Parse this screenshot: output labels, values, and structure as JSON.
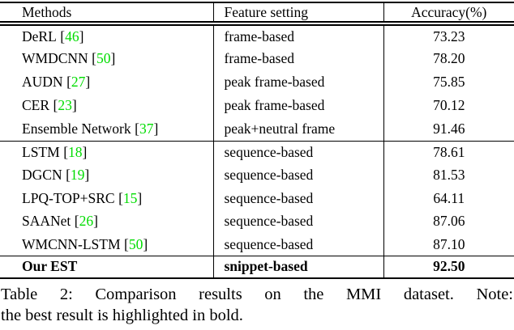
{
  "table": {
    "headers": [
      "Methods",
      "Feature setting",
      "Accuracy(%)"
    ],
    "groups": [
      {
        "rows": [
          {
            "method": "DeRL",
            "cite": "46",
            "feature": "frame-based",
            "accuracy": "73.23"
          },
          {
            "method": "WMDCNN",
            "cite": "50",
            "feature": "frame-based",
            "accuracy": "78.20"
          },
          {
            "method": "AUDN",
            "cite": "27",
            "feature": "peak frame-based",
            "accuracy": "75.85"
          },
          {
            "method": "CER",
            "cite": "23",
            "feature": "peak frame-based",
            "accuracy": "70.12"
          },
          {
            "method": "Ensemble Network",
            "cite": "37",
            "feature": "peak+neutral frame",
            "accuracy": "91.46"
          }
        ]
      },
      {
        "rows": [
          {
            "method": "LSTM",
            "cite": "18",
            "feature": "sequence-based",
            "accuracy": "78.61"
          },
          {
            "method": "DGCN",
            "cite": "19",
            "feature": "sequence-based",
            "accuracy": "81.53"
          },
          {
            "method": "LPQ-TOP+SRC",
            "cite": "15",
            "feature": "sequence-based",
            "accuracy": "64.11"
          },
          {
            "method": "SAANet",
            "cite": "26",
            "feature": "sequence-based",
            "accuracy": "87.06"
          },
          {
            "method": "WMCNN-LSTM",
            "cite": "50",
            "feature": "sequence-based",
            "accuracy": "87.10"
          }
        ]
      },
      {
        "rows": [
          {
            "method": "Our EST",
            "feature": "snippet-based",
            "accuracy": "92.50",
            "bold": true
          }
        ]
      }
    ]
  },
  "caption": {
    "line1": "Table 2: Comparison results on the MMI dataset. Note:",
    "line2": "the best result is highlighted in bold."
  },
  "colors": {
    "citation_green": "#00dc00",
    "text": "#000000",
    "rule": "#000000",
    "background": "#ffffff"
  }
}
